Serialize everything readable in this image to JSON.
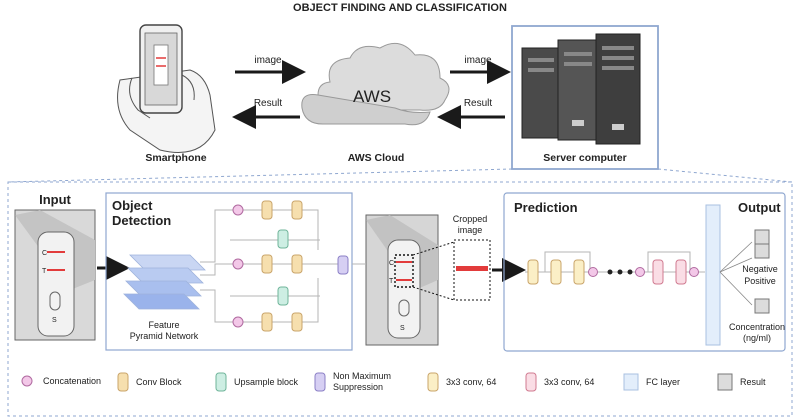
{
  "title": "OBJECT FINDING AND CLASSIFICATION",
  "top": {
    "arrow_image_left": "image",
    "arrow_result_left": "Result",
    "arrow_image_right": "image",
    "arrow_result_right": "Result",
    "cloud_text": "AWS",
    "smartphone_label": "Smartphone",
    "cloud_label": "AWS Cloud",
    "server_label": "Server computer"
  },
  "bottom": {
    "input_label": "Input",
    "object_label_1": "Object",
    "object_label_2": "Detection",
    "fpn_label_1": "Feature",
    "fpn_label_2": "Pyramid Network",
    "cropped_label_1": "Cropped",
    "cropped_label_2": "image",
    "prediction_label": "Prediction",
    "output_label": "Output",
    "negative": "Negative",
    "positive": "Positive",
    "concentration_1": "Concentration",
    "concentration_2": "(ng/ml)",
    "strip_c": "C",
    "strip_t": "T",
    "strip_s": "S"
  },
  "legend": [
    {
      "label": "Concatenation",
      "icon": "circle",
      "color": "#f3c8e8"
    },
    {
      "label": "Conv Block",
      "icon": "block",
      "color": "#f6dfae"
    },
    {
      "label": "Upsample block",
      "icon": "block",
      "color": "#cdeee3"
    },
    {
      "label_1": "Non Maximum",
      "label_2": "Suppression",
      "icon": "block",
      "color": "#d6cff3"
    },
    {
      "label": "3x3 conv, 64",
      "icon": "block",
      "color": "#fbefc6"
    },
    {
      "label": "3x3 conv, 64",
      "icon": "block",
      "color": "#fadde5"
    },
    {
      "label": "FC layer",
      "icon": "square",
      "color": "#e3eefb"
    },
    {
      "label": "Result",
      "icon": "square",
      "color": "#dcdcdc"
    }
  ],
  "colors": {
    "frame": "#8fa7d0",
    "red_line": "#e23b3b",
    "arrow": "#1a1a1a"
  }
}
